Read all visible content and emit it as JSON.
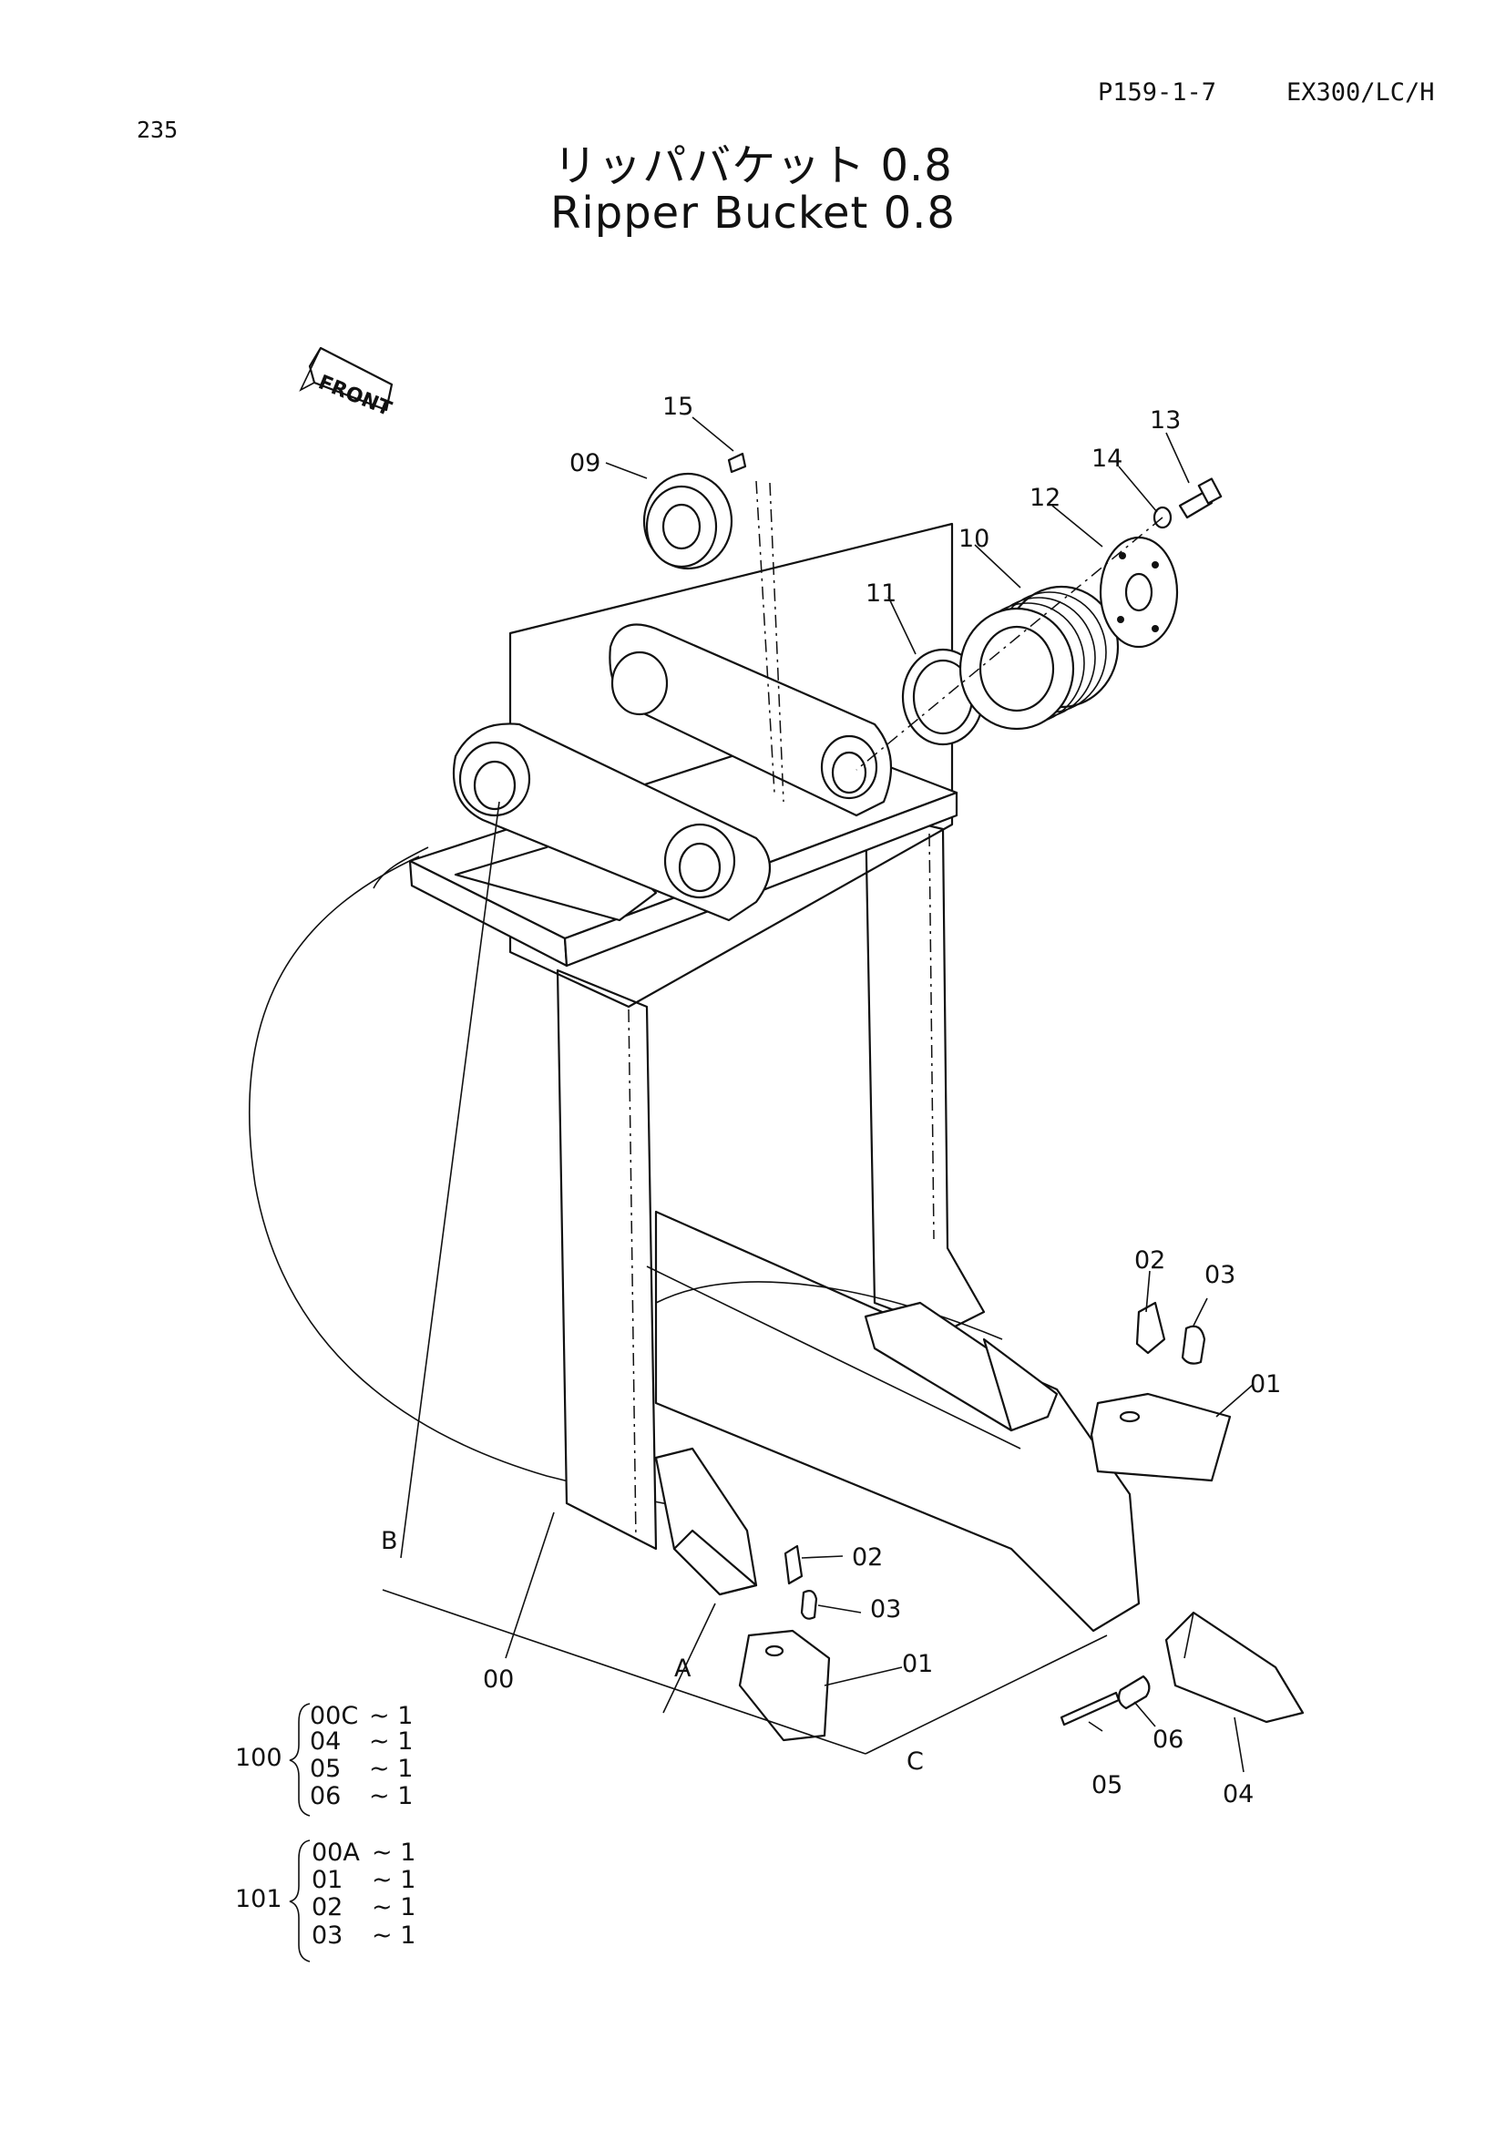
{
  "header": {
    "page_number": "235",
    "page_code": "P159-1-7",
    "model": "EX300/LC/H"
  },
  "title": {
    "japanese": "リッパバケット 0.8",
    "english": "Ripper Bucket 0.8"
  },
  "direction_label": "FRONT",
  "callouts": {
    "p15": "15",
    "p09": "09",
    "p13": "13",
    "p14": "14",
    "p12": "12",
    "p10": "10",
    "p11": "11",
    "p02a": "02",
    "p03a": "03",
    "p01a": "01",
    "p02b": "02",
    "p03b": "03",
    "p01b": "01",
    "p00": "00",
    "p05": "05",
    "p06": "06",
    "p04": "04"
  },
  "position_labels": {
    "a": "A",
    "b": "B",
    "c": "C"
  },
  "assemblies": [
    {
      "code": "100",
      "items": [
        {
          "part": "00C",
          "qty": "~ 1"
        },
        {
          "part": "04",
          "qty": "~ 1"
        },
        {
          "part": "05",
          "qty": "~ 1"
        },
        {
          "part": "06",
          "qty": "~ 1"
        }
      ]
    },
    {
      "code": "101",
      "items": [
        {
          "part": "00A",
          "qty": "~ 1"
        },
        {
          "part": "01",
          "qty": "~ 1"
        },
        {
          "part": "02",
          "qty": "~ 1"
        },
        {
          "part": "03",
          "qty": "~ 1"
        }
      ]
    }
  ]
}
